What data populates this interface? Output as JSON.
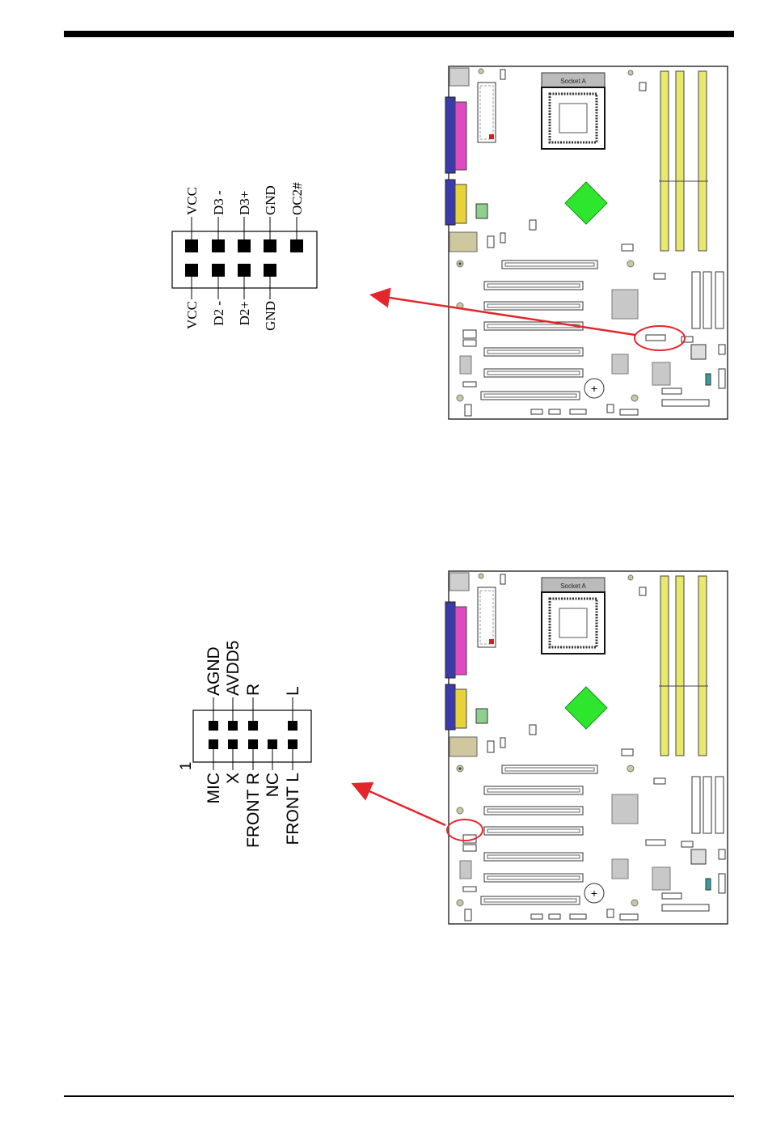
{
  "usb_header": {
    "top_pins": [
      "VCC",
      "D3 -",
      "D3+",
      "GND",
      "OC2#"
    ],
    "bottom_pins": [
      "VCC",
      "D2 -",
      "D2+",
      "GND"
    ]
  },
  "audio_header": {
    "pin_one_marker": "1",
    "top_pins": [
      "AGND",
      "AVDD5",
      "R",
      "L"
    ],
    "bottom_pins": [
      "MIC",
      "X",
      "FRONT R",
      "NC",
      "FRONT L"
    ]
  },
  "motherboard": {
    "socket_label": "Socket A"
  },
  "colors": {
    "arrow": "#e3262b",
    "chipset": "#2ee62e",
    "dimm_slot": "#e8e86a",
    "parallel_port": "#e04ac0",
    "serial_port": "#e8d23a"
  }
}
